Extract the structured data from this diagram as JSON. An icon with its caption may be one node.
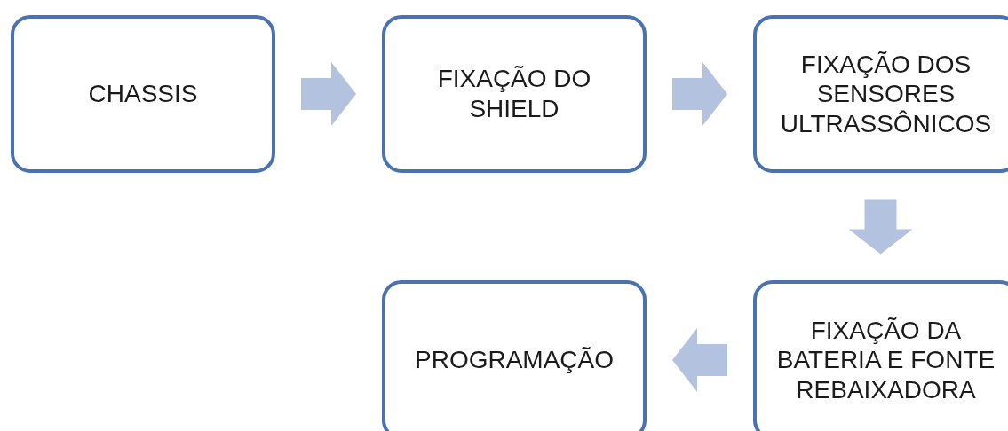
{
  "diagram": {
    "nodes": [
      {
        "text": [
          "CHASSIS"
        ]
      },
      {
        "text": [
          "FIXAÇÃO DO SHIELD"
        ]
      },
      {
        "text": [
          "FIXAÇÃO DOS SENSORES ULTRASSÔNICOS"
        ]
      },
      {
        "text": [
          "FIXAÇÃO DA BATERIA E FONTE REBAIXADORA"
        ]
      },
      {
        "text": [
          "PROGRAMAÇÃO"
        ]
      }
    ],
    "edges": [
      {
        "from": 0,
        "to": 1,
        "arrow": "to"
      },
      {
        "from": 1,
        "to": 2,
        "arrow": "to"
      },
      {
        "from": 2,
        "to": 3,
        "arrow": "to"
      },
      {
        "from": 3,
        "to": 4,
        "arrow": "to"
      }
    ]
  }
}
